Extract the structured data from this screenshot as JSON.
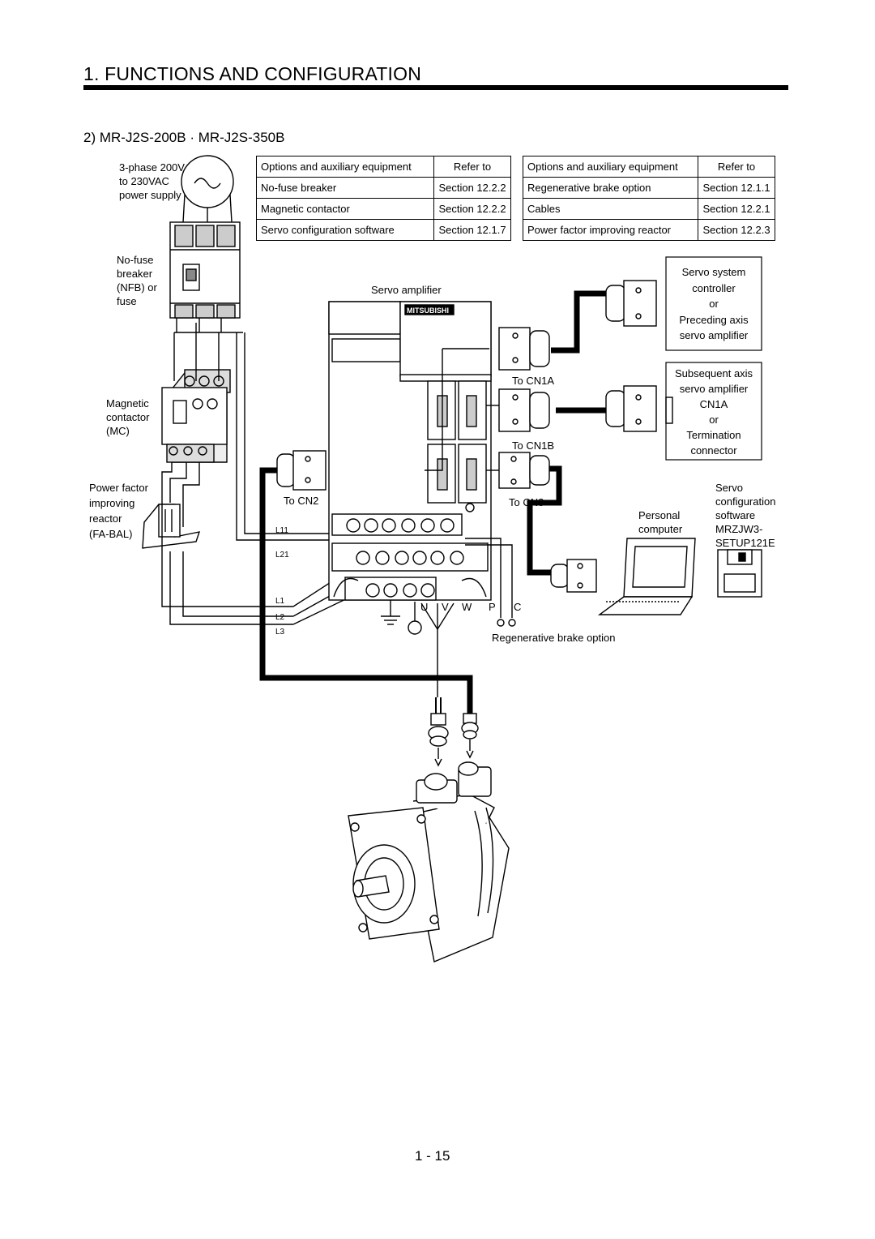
{
  "header": {
    "title": "1. FUNCTIONS AND CONFIGURATION"
  },
  "subtitle": "2) MR-J2S-200B · MR-J2S-350B",
  "table_left": {
    "head": [
      "Options and auxiliary equipment",
      "Refer to"
    ],
    "rows": [
      [
        "No-fuse breaker",
        "Section 12.2.2"
      ],
      [
        "Magnetic contactor",
        "Section 12.2.2"
      ],
      [
        "Servo configuration software",
        "Section 12.1.7"
      ]
    ]
  },
  "table_right": {
    "head": [
      "Options and auxiliary equipment",
      "Refer to"
    ],
    "rows": [
      [
        "Regenerative brake option",
        "Section 12.1.1"
      ],
      [
        "Cables",
        "Section 12.2.1"
      ],
      [
        "Power factor improving reactor",
        "Section 12.2.3"
      ]
    ]
  },
  "labels": {
    "power_supply": [
      "3-phase 200V",
      "to 230VAC",
      "power supply"
    ],
    "nfb": [
      "No-fuse",
      "breaker",
      "(NFB) or",
      "fuse"
    ],
    "mc": [
      "Magnetic",
      "contactor",
      "(MC)"
    ],
    "reactor": [
      "Power factor",
      "improving",
      "reactor",
      "(FA-BAL)"
    ],
    "servo_amplifier": "Servo amplifier",
    "brand": "MITSUBISHI",
    "to_cn1a": "To CN1A",
    "to_cn1b": "To CN1B",
    "to_cn2": "To CN2",
    "to_cn3": "To CN3",
    "controller_box": [
      "Servo system",
      "controller",
      "or",
      "Preceding axis",
      "servo amplifier"
    ],
    "subsequent_box": [
      "Subsequent axis",
      "servo amplifier",
      "CN1A",
      "or",
      "Termination",
      "connector"
    ],
    "personal_computer": [
      "Personal",
      "computer"
    ],
    "software": [
      "Servo",
      "configuration",
      "software",
      "MRZJW3-",
      "SETUP121E"
    ],
    "l11": "L11",
    "l21": "L21",
    "l1": "L1",
    "l2": "L2",
    "l3": "L3",
    "u": "U",
    "v": "V",
    "w": "W",
    "p": "P",
    "c": "C",
    "regen": "Regenerative brake option"
  },
  "page_number": "1 -  15"
}
